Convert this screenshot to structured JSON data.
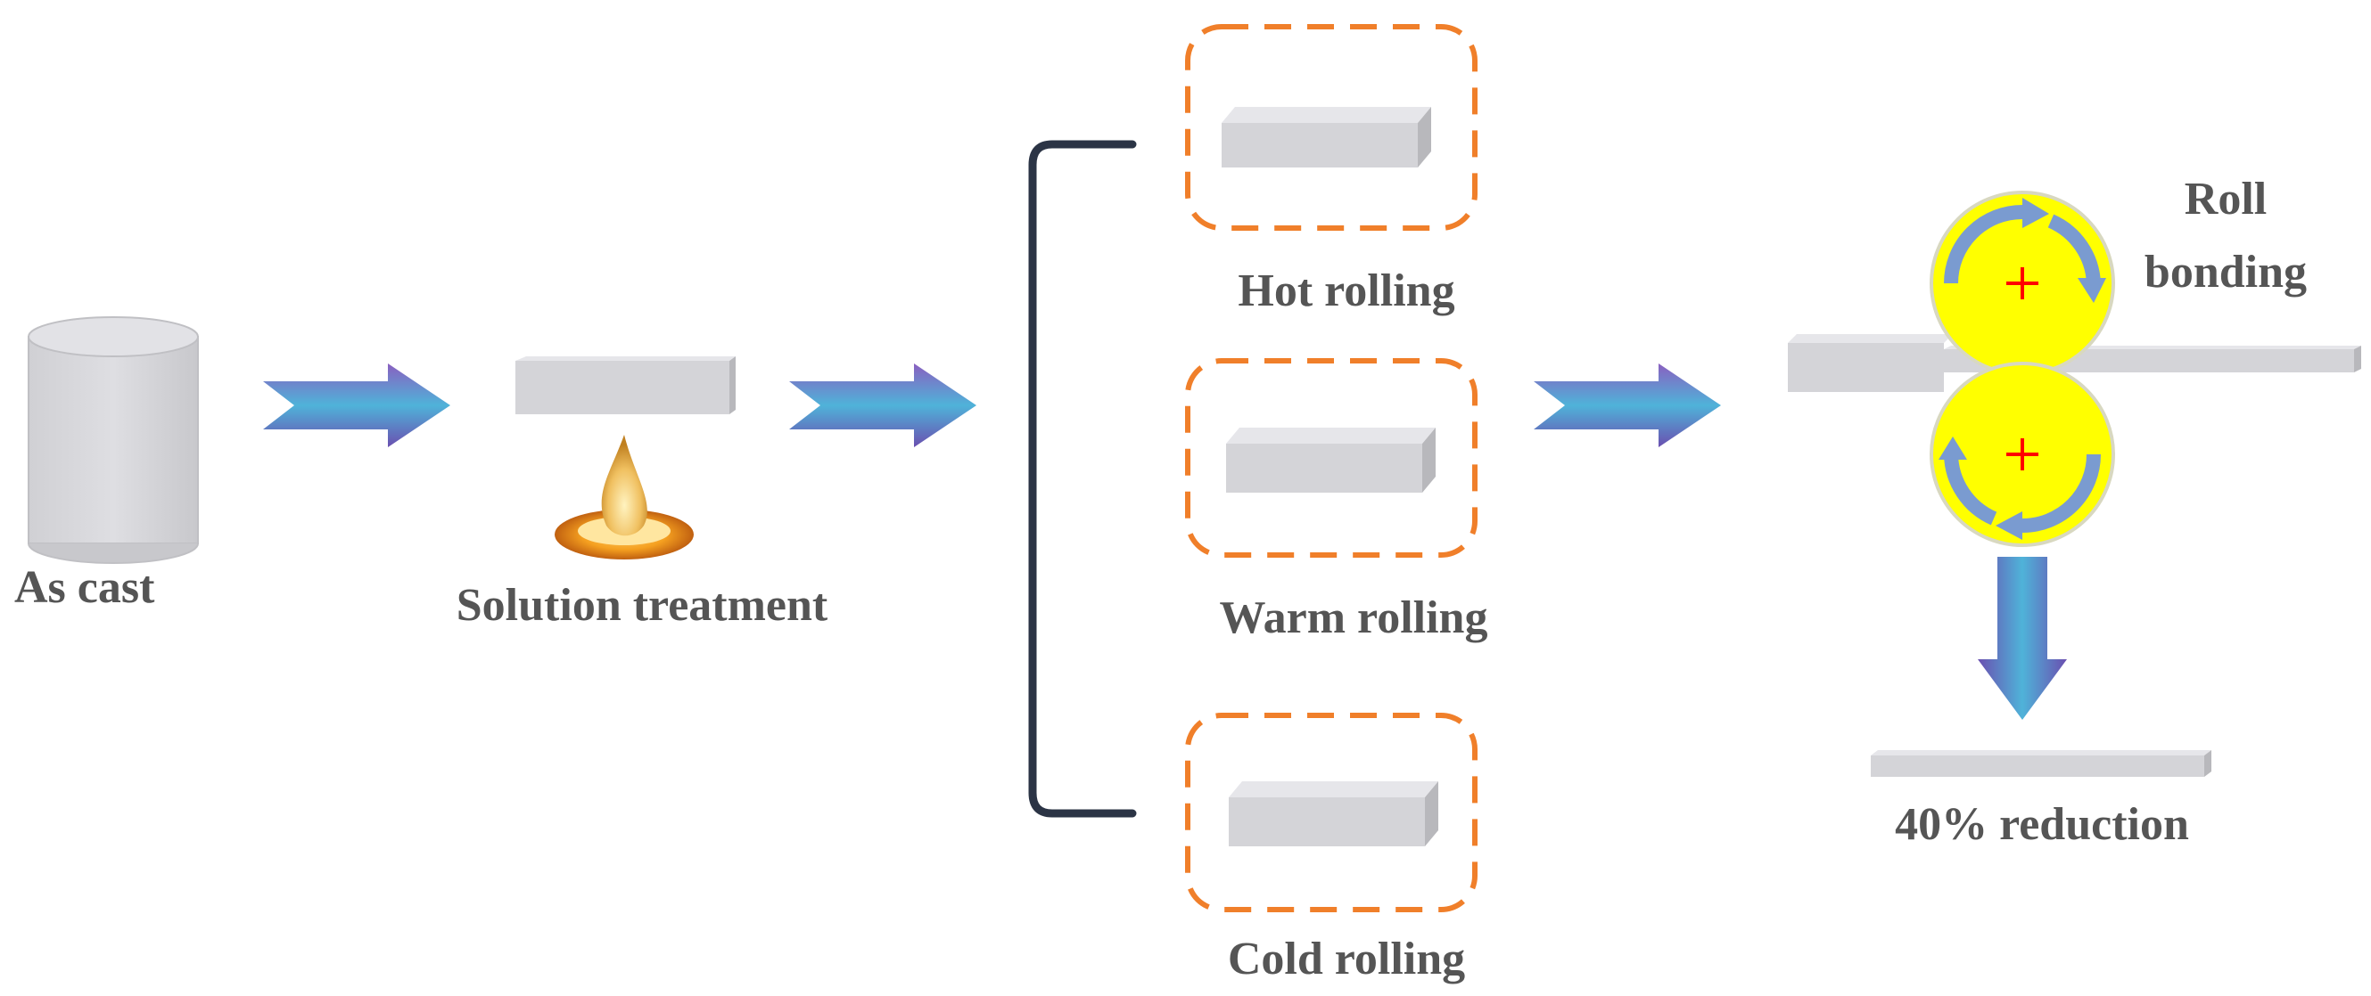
{
  "labels": {
    "as_cast": "As cast",
    "solution_treatment": "Solution treatment",
    "hot_rolling": "Hot rolling",
    "warm_rolling": "Warm rolling",
    "cold_rolling": "Cold rolling",
    "roll_bonding_line1": "Roll",
    "roll_bonding_line2": "bonding",
    "reduction": "40% reduction"
  },
  "colors": {
    "block_fill": "#d4d4d8",
    "dash_border": "#f07f2a",
    "roller_fill": "#ffff00",
    "roller_center": "#ff0000",
    "rotation_arrow": "#7a9bd0",
    "bracket": "#2b3445",
    "arrow_gradient": [
      "#7a5fb8",
      "#5ba6d6",
      "#7a5fb8"
    ]
  },
  "icons": {
    "flame": "flame-icon",
    "cylinder": "cast-cylinder-icon",
    "process_arrow": "process-arrow-icon",
    "roller": "roller-icon"
  }
}
